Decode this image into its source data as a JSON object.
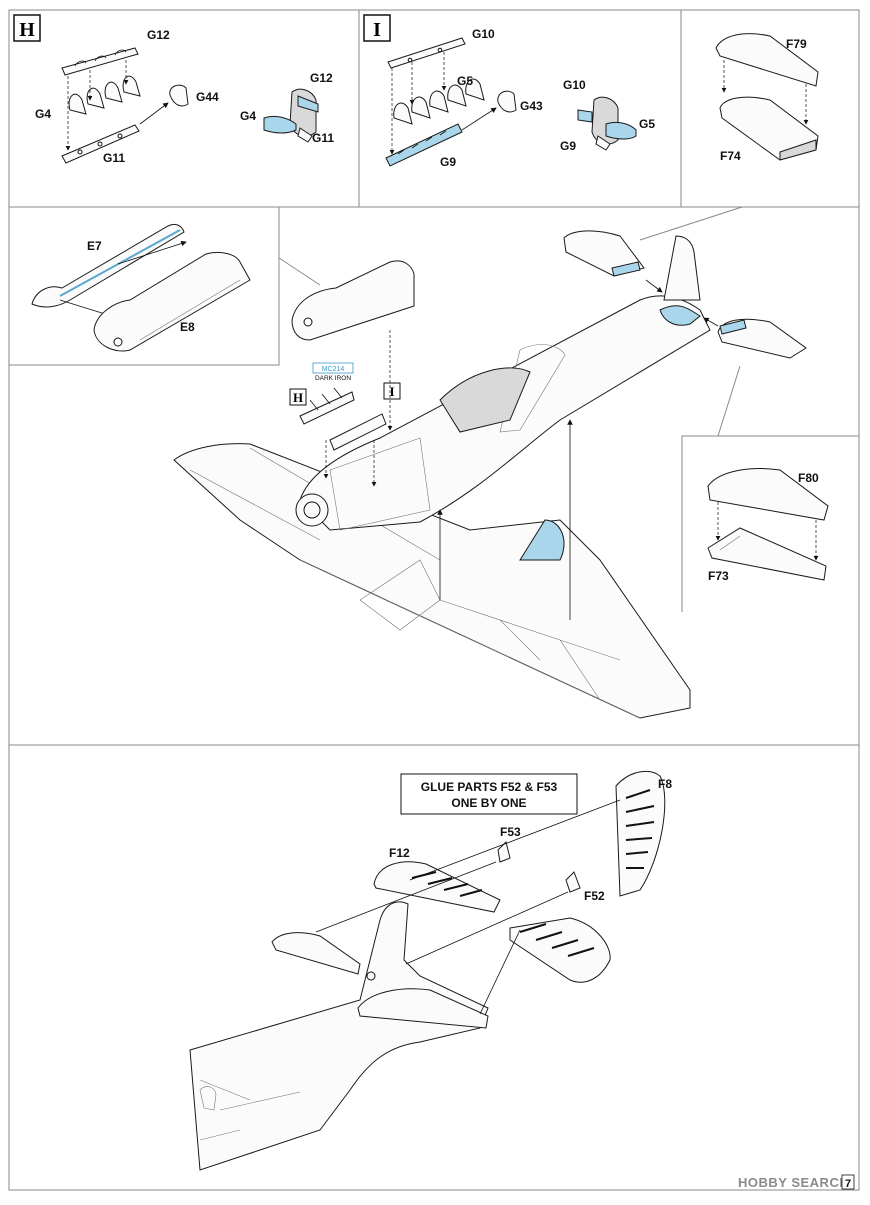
{
  "steps": {
    "h": {
      "letter": "H",
      "labels": {
        "g12": "G12",
        "g4": "G4",
        "g44": "G44",
        "g11": "G11",
        "g12b": "G12",
        "g4b": "G4",
        "g11b": "G11"
      }
    },
    "i": {
      "letter": "I",
      "labels": {
        "g10": "G10",
        "g5": "G5",
        "g43": "G43",
        "g9": "G9",
        "g10b": "G10",
        "g5b": "G5",
        "g9b": "G9"
      }
    },
    "elevator_top": {
      "labels": {
        "f79": "F79",
        "f74": "F74"
      }
    },
    "cowl": {
      "labels": {
        "e7": "E7",
        "e8": "E8"
      }
    },
    "elevator_side": {
      "labels": {
        "f80": "F80",
        "f73": "F73"
      }
    },
    "main": {
      "paint_code": "MC214",
      "paint_name": "DARK IRON",
      "marker_h": "H",
      "marker_i": "I"
    },
    "tail": {
      "note_line1": "GLUE PARTS F52 & F53",
      "note_line2": "ONE BY ONE",
      "labels": {
        "f8": "F8",
        "f53": "F53",
        "f12": "F12",
        "f52": "F52"
      }
    }
  },
  "footer": {
    "page_number": "7",
    "watermark": "HOBBY SEARCH"
  }
}
